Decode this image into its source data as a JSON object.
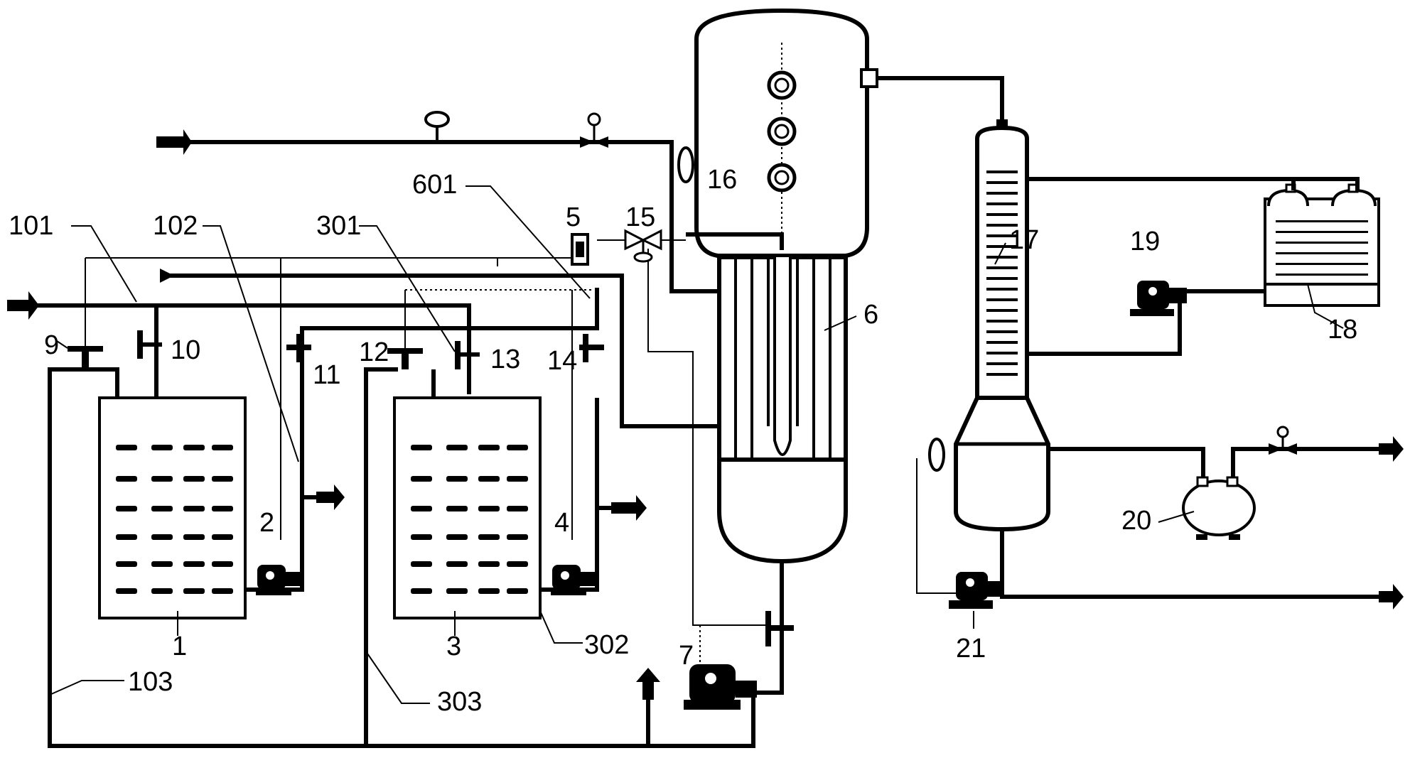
{
  "labels": {
    "l1": "1",
    "l2": "2",
    "l3": "3",
    "l4": "4",
    "l5": "5",
    "l6": "6",
    "l7": "7",
    "l9": "9",
    "l10": "10",
    "l11": "11",
    "l12": "12",
    "l13": "13",
    "l14": "14",
    "l15": "15",
    "l16": "16",
    "l17": "17",
    "l18": "18",
    "l19": "19",
    "l20": "20",
    "l21": "21",
    "l101": "101",
    "l102": "102",
    "l103": "103",
    "l301": "301",
    "l302": "302",
    "l303": "303",
    "l601": "601"
  }
}
